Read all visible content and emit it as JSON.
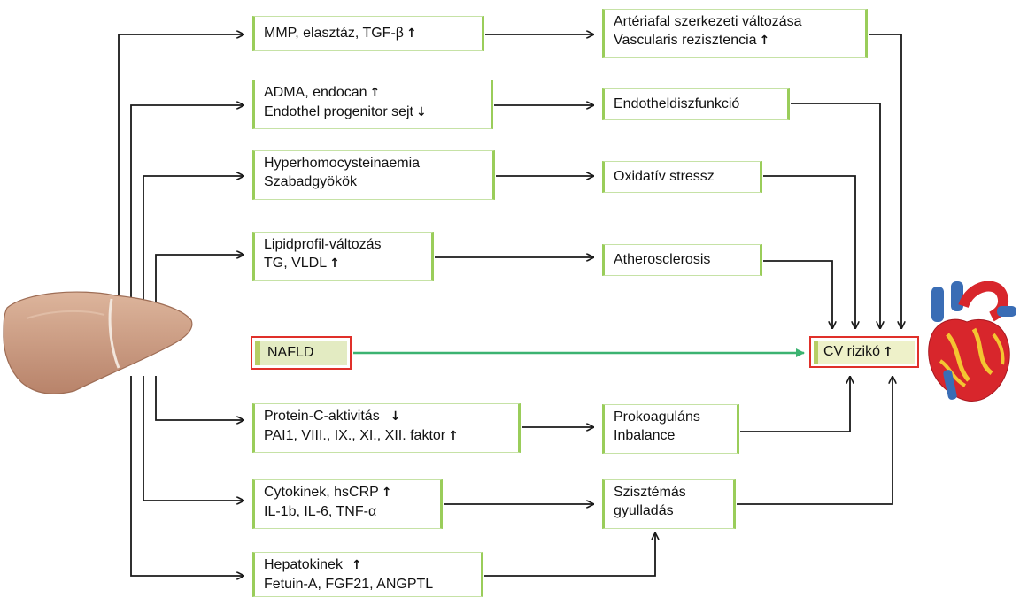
{
  "colors": {
    "box_border": "#9acd5a",
    "connector": "#1a1a1a",
    "main_arrow": "#3cb371",
    "highlight_border": "#e0302a",
    "liver": "#c9977a",
    "heart_red": "#d8262c",
    "heart_yellow": "#f4c531",
    "heart_blue": "#3a6db5"
  },
  "icons": {
    "up_arrow": "up-arrow-icon",
    "down_arrow": "down-arrow-icon",
    "liver": "liver-illustration",
    "heart": "heart-illustration"
  },
  "nafld": {
    "label": "NAFLD"
  },
  "cv": {
    "label": "CV rizikó",
    "arrow": "↑"
  },
  "mediators": [
    {
      "lines": [
        {
          "text": "MMP, elasztáz, TGF-β",
          "arrow": "↑"
        }
      ]
    },
    {
      "lines": [
        {
          "text": "ADMA, endocan",
          "arrow": "↑"
        },
        {
          "text": "Endothel progenitor sejt",
          "arrow": "↓"
        }
      ]
    },
    {
      "lines": [
        {
          "text": "Hyperhomocysteinaemia",
          "arrow": ""
        },
        {
          "text": "Szabadgyökök",
          "arrow": ""
        }
      ]
    },
    {
      "lines": [
        {
          "text": "Lipidprofil-változás",
          "arrow": ""
        },
        {
          "text": "TG, VLDL",
          "arrow": "↑"
        }
      ]
    },
    {
      "lines": [
        {
          "text": "Protein-C-aktivitás",
          "arrow": "↓"
        },
        {
          "text": "PAI1, VIII., IX., XI., XII. faktor",
          "arrow": "↑"
        }
      ]
    },
    {
      "lines": [
        {
          "text": "Cytokinek, hsCRP",
          "arrow": "↑"
        },
        {
          "text": "IL-1b, IL-6, TNF-α",
          "arrow": ""
        }
      ]
    },
    {
      "lines": [
        {
          "text": "Hepatokinek",
          "arrow": "↑"
        },
        {
          "text": "Fetuin-A, FGF21, ANGPTL",
          "arrow": ""
        }
      ]
    }
  ],
  "effects": [
    {
      "lines": [
        {
          "text": "Artériafal szerkezeti változása",
          "arrow": ""
        },
        {
          "text": "Vascularis rezisztencia",
          "arrow": "↑"
        }
      ]
    },
    {
      "lines": [
        {
          "text": "Endotheldiszfunkció",
          "arrow": ""
        }
      ]
    },
    {
      "lines": [
        {
          "text": "Oxidatív stressz",
          "arrow": ""
        }
      ]
    },
    {
      "lines": [
        {
          "text": "Atherosclerosis",
          "arrow": ""
        }
      ]
    },
    {
      "lines": [
        {
          "text": "Prokoaguláns",
          "arrow": ""
        },
        {
          "text": "Inbalance",
          "arrow": ""
        }
      ]
    },
    {
      "lines": [
        {
          "text": "Szisztémás",
          "arrow": ""
        },
        {
          "text": "gyulladás",
          "arrow": ""
        }
      ]
    }
  ]
}
